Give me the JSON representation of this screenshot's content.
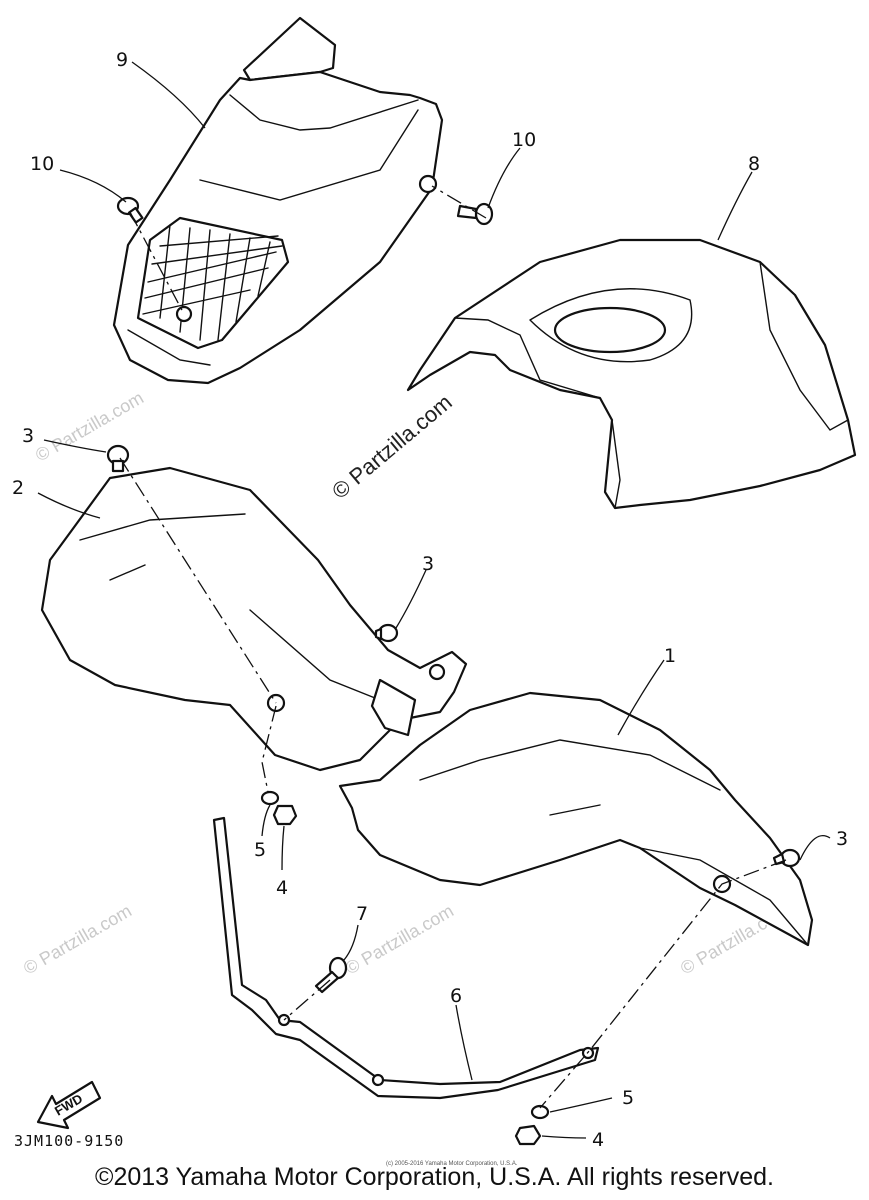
{
  "callouts": {
    "p1": "1",
    "p2": "2",
    "p3a": "3",
    "p3b": "3",
    "p3c": "3",
    "p4a": "4",
    "p4b": "4",
    "p5a": "5",
    "p5b": "5",
    "p6": "6",
    "p7": "7",
    "p8": "8",
    "p9": "9",
    "p10a": "10",
    "p10b": "10"
  },
  "watermark": {
    "main": "© Partzilla.com",
    "faint": "© Partzilla.com"
  },
  "fwd_label": "FWD",
  "diagram_code": "3JM100-9150",
  "small_copyright": "(c) 2005-2016 Yamaha Motor Corporation, U.S.A.",
  "copyright": "©2013 Yamaha Motor Corporation, U.S.A. All rights reserved.",
  "colors": {
    "line": "#111111",
    "watermark": "#c9c9c9",
    "background": "#ffffff"
  }
}
